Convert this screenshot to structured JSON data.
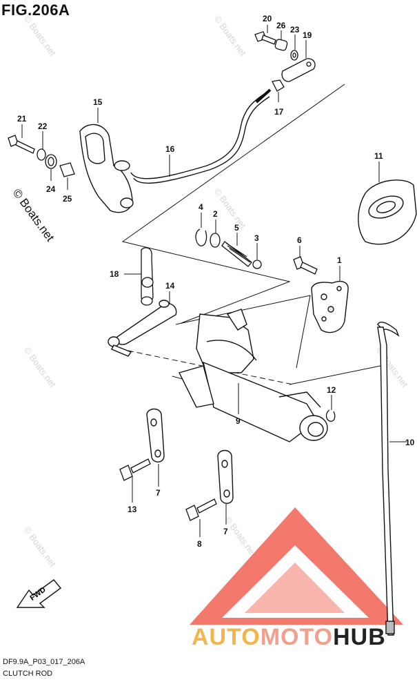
{
  "figure": {
    "title": "FIG.206A",
    "code": "DF9.9A_P03_017_206A",
    "caption": "CLUTCH ROD",
    "copyright": "© Boats.net",
    "watermark": "© Boats.net",
    "fwd_label": "FWD"
  },
  "brand": {
    "part1": "AUTO",
    "part2": "MOTO",
    "part3": "HUB",
    "logo_color": "#f16a5c"
  },
  "parts": [
    {
      "id": "1"
    },
    {
      "id": "2"
    },
    {
      "id": "3"
    },
    {
      "id": "4"
    },
    {
      "id": "5"
    },
    {
      "id": "6"
    },
    {
      "id": "7"
    },
    {
      "id": "8"
    },
    {
      "id": "9"
    },
    {
      "id": "10"
    },
    {
      "id": "11"
    },
    {
      "id": "12"
    },
    {
      "id": "13"
    },
    {
      "id": "14"
    },
    {
      "id": "15"
    },
    {
      "id": "16"
    },
    {
      "id": "17"
    },
    {
      "id": "18"
    },
    {
      "id": "19"
    },
    {
      "id": "20"
    },
    {
      "id": "21"
    },
    {
      "id": "22"
    },
    {
      "id": "23"
    },
    {
      "id": "24"
    },
    {
      "id": "25"
    },
    {
      "id": "26"
    },
    {
      "id": "7b",
      "label": "7"
    }
  ]
}
